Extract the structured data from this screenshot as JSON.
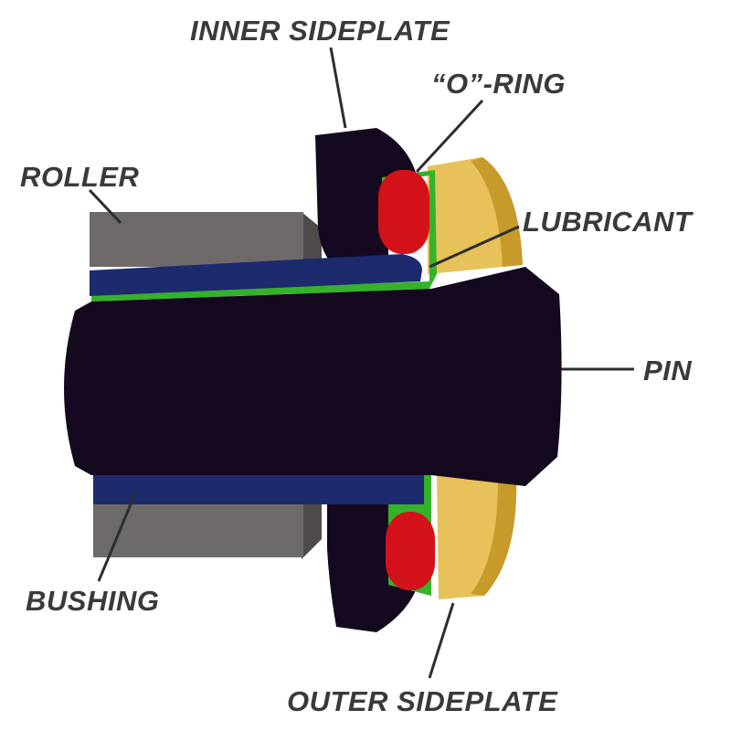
{
  "labels": {
    "inner_sideplate": "INNER SIDEPLATE",
    "o_ring": "“O”-RING",
    "roller": "ROLLER",
    "lubricant": "LUBRICANT",
    "pin": "PIN",
    "bushing": "BUSHING",
    "outer_sideplate": "OUTER SIDEPLATE"
  },
  "colors": {
    "pin": "#14091f",
    "inner_sideplate": "#14091f",
    "roller": "#6f6a6a",
    "roller_shadow": "#4f4b4b",
    "bushing": "#1d2a6e",
    "lubricant": "#35b22a",
    "o_ring": "#d3121a",
    "outer_sideplate": "#e7c15a",
    "outer_sideplate_edge": "#c79a2c"
  }
}
